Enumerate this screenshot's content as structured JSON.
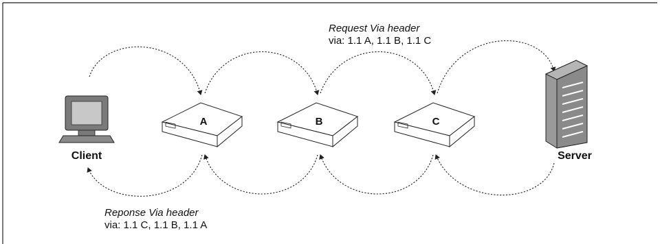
{
  "nodes": {
    "client_label": "Client",
    "server_label": "Server",
    "proxies": [
      "A",
      "B",
      "C"
    ]
  },
  "request_note": {
    "title": "Request Via header",
    "text": "via: 1.1 A, 1.1 B, 1.1 C"
  },
  "response_note": {
    "title": "Reponse Via header",
    "text": "via: 1.1 C, 1.1 B, 1.1 A"
  },
  "colors": {
    "line": "#222222",
    "server_fill": "#8a8a8a",
    "client_fill": "#7a7a7a"
  }
}
